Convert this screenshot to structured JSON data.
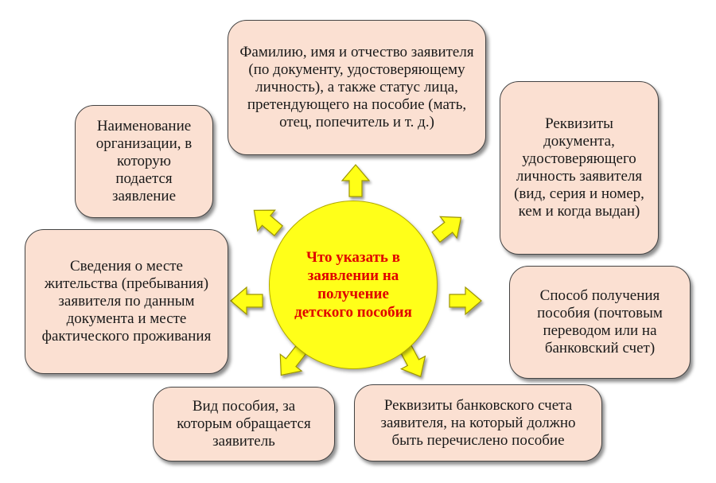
{
  "center": {
    "text": "Что указать в заявлении на получение детского пособия",
    "color": "#e00000",
    "fill": "#ffff19"
  },
  "boxes": {
    "top": "Фамилию, имя и отчество заявителя (по документу, удостоверяющему личность), а также статус лица, претендующего на пособие (мать, отец, попечитель и т. д.)",
    "top_left": "Наименование организации, в которую подается заявление",
    "left": "Сведения о месте жительства (пребывания) заявителя по данным документа и месте фактического проживания",
    "bottom_left": "Вид пособия, за которым обращается заявитель",
    "bottom_right": "Реквизиты банковского счета заявителя, на который должно быть перечислено пособие",
    "right": "Способ получения пособия (почтовым переводом или на банковский счет)",
    "top_right": "Реквизиты документа, удостоверяющего личность заявителя (вид, серия и номер, кем и когда выдан)"
  },
  "colors": {
    "box_fill": "#fbe0d2",
    "arrow_fill": "#ffff19"
  }
}
